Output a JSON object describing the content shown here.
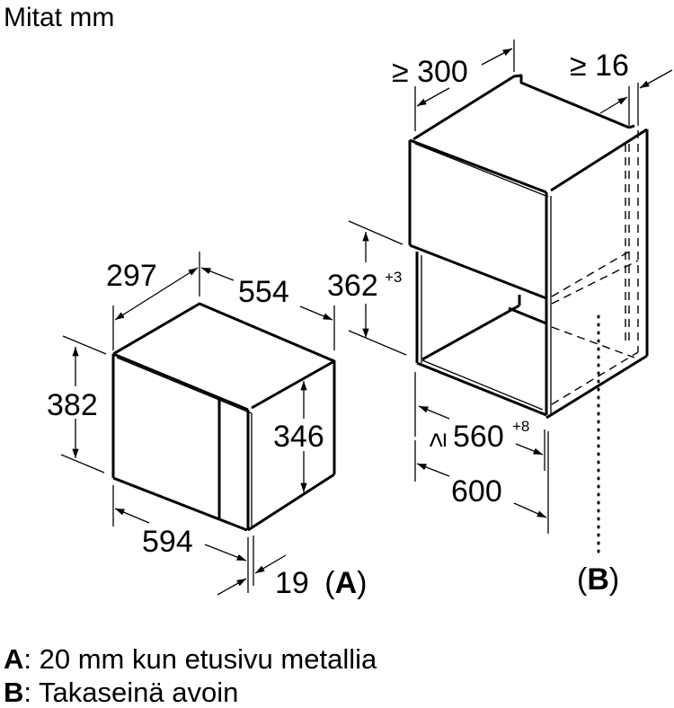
{
  "title": "Mitat mm",
  "appliance": {
    "label": "A",
    "dimensions": {
      "depth": "297",
      "width_top": "554",
      "height": "382",
      "inner_height": "346",
      "width_front": "594",
      "front_offset": "19"
    }
  },
  "cabinet": {
    "label": "B",
    "dimensions": {
      "depth_min": "≥ 300",
      "side_min": "≥ 16",
      "niche_height": "362",
      "niche_height_tolerance": "+3",
      "niche_width": "≥ 560",
      "niche_width_tolerance": "+8",
      "cabinet_width": "600"
    }
  },
  "markers": {
    "a_open": "(",
    "a_letter": "A",
    "a_close": ")",
    "b_open": "(",
    "b_letter": "B",
    "b_close": ")"
  },
  "legend": [
    {
      "key": "A",
      "text": ": 20 mm kun etusivu metallia"
    },
    {
      "key": "B",
      "text": ": Takaseinä avoin"
    }
  ],
  "colors": {
    "line": "#000000",
    "background": "#ffffff"
  }
}
